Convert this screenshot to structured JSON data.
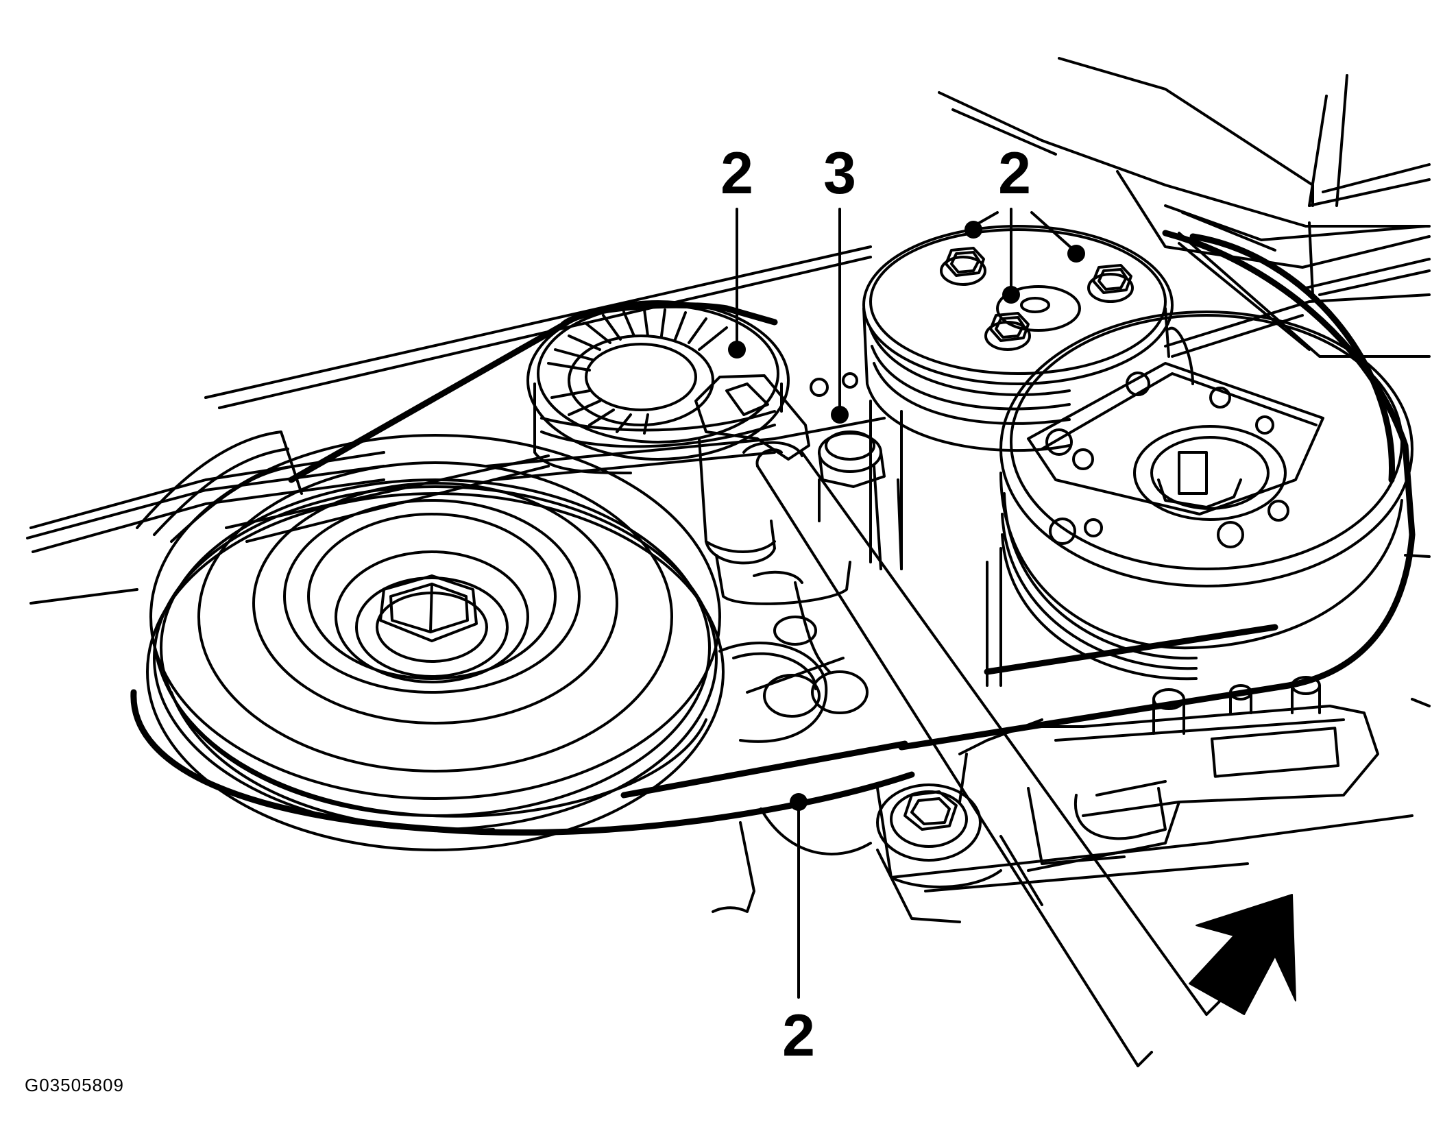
{
  "figure_id": "G03505809",
  "callouts": [
    {
      "label": "2",
      "target": "idler-pulley-nut"
    },
    {
      "label": "3",
      "target": "tensioner-bolt"
    },
    {
      "label": "2",
      "target": "clutch-pulley-bolts"
    },
    {
      "label": "2",
      "target": "belt-lower-run"
    }
  ],
  "arrow": {
    "meaning": "push direction",
    "color": "#000000"
  },
  "colors": {
    "line": "#000000",
    "background": "#ffffff"
  }
}
